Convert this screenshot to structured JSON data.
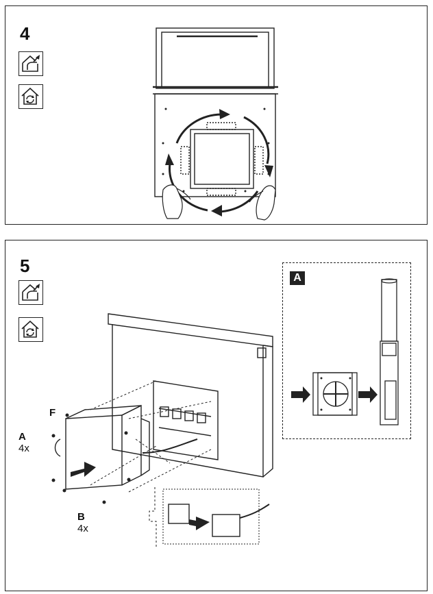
{
  "step4": {
    "number": "4"
  },
  "step5": {
    "number": "5",
    "callout_tag": "A",
    "labels": {
      "F": "F",
      "A": "A",
      "A_count": "4x",
      "B": "B",
      "B_count": "4x"
    }
  },
  "icons": [
    "house-vent-out-icon",
    "house-recirculation-icon"
  ]
}
